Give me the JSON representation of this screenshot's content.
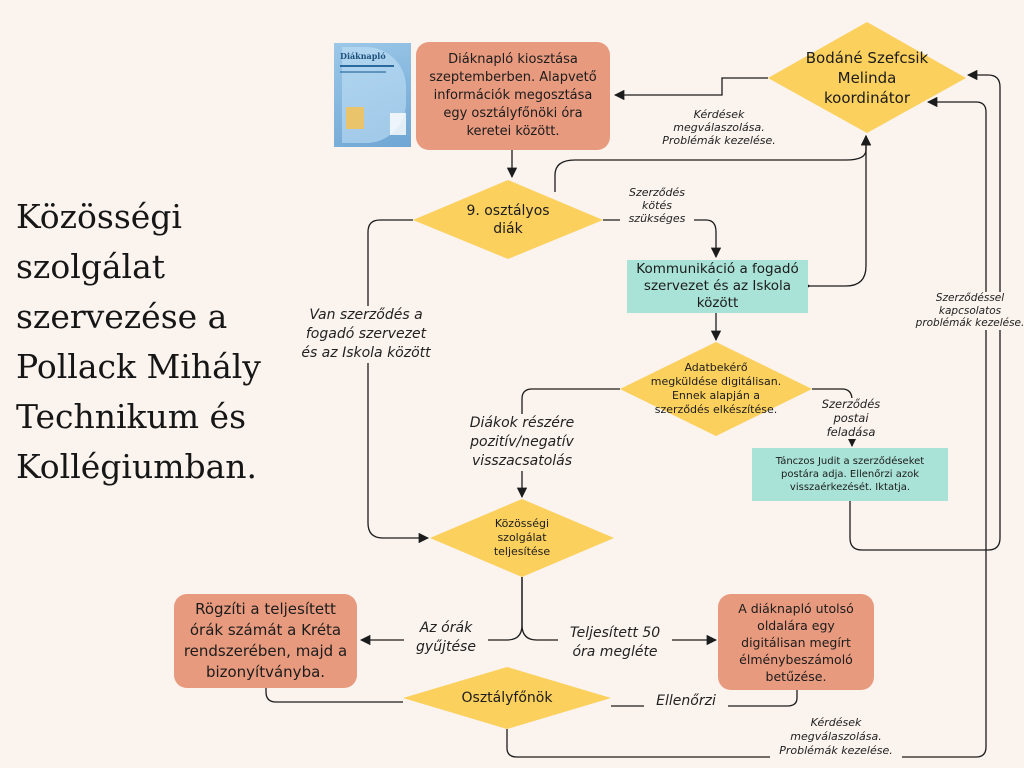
{
  "title": "Közösségi szolgálat szervezése a Pollack Mihály Technikum és Kollégiumban.",
  "nodes": {
    "coordinator": "Bodáné Szefcsik Melinda koordinátor",
    "diary_handout": "Diáknapló kiosztása szeptemberben. Alapvető információk megosztása egy osztályfőnöki óra keretei között.",
    "student": "9. osztályos diák",
    "communication": "Kommunikáció a fogadó szervezet és az Iskola között",
    "data_request": "Adatbekérő megküldése digitálisan. Ennek alapján a szerződés elkészítése.",
    "tanczos": "Tánczos Judit a szerződéseket postára adja. Ellenőrzi azok visszaérkezését. Iktatja.",
    "service_done": "Közösségi szolgálat teljesítése",
    "records": "Rögzíti a teljesített órák számát a Kréta rendszerében, majd a bizonyítványba.",
    "experience_report": "A diáknapló utolsó oldalára egy digitálisan megírt élménybeszámoló betűzése.",
    "homeroom": "Osztályfőnök"
  },
  "edge_labels": {
    "questions_top": "Kérdések megválaszolása. Problémák kezelése.",
    "contract_needed": "Szerződés kötés szükséges",
    "has_contract": "Van szerződés a fogadó szervezet és az Iskola között",
    "feedback": "Diákok részére pozitív/negatív visszacsatolás",
    "postal": "Szerződés postai feladása",
    "contract_problems": "Szerződéssel kapcsolatos problémák kezelése.",
    "collect_hours": "Az órák gyűjtése",
    "fifty_hours": "Teljesített 50 óra megléte",
    "checks": "Ellenőrzi",
    "questions_bottom": "Kérdések megválaszolása. Problémák kezelése."
  },
  "book": {
    "title": "Diáknapló"
  },
  "colors": {
    "background": "#faf3ee",
    "salmon": "#e89a7f",
    "yellow": "#fcd05d",
    "teal": "#a9e2d6",
    "line": "#1c1c1c"
  }
}
